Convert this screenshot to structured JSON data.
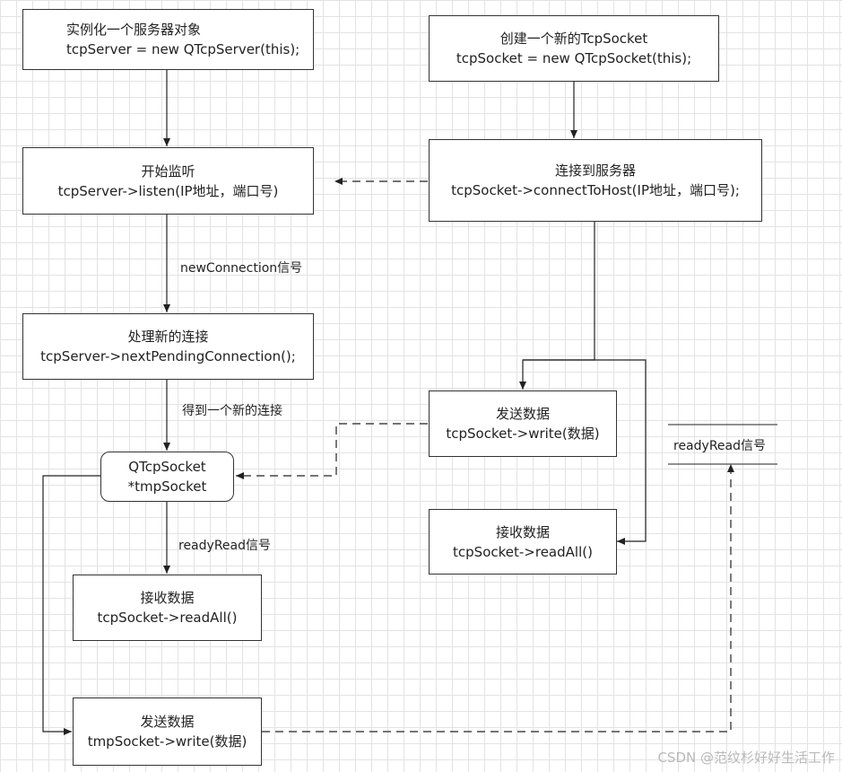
{
  "boxes": {
    "server_init": {
      "line1": "实例化一个服务器对象",
      "line2": "tcpServer = new QTcpServer(this);"
    },
    "socket_init": {
      "line1": "创建一个新的TcpSocket",
      "line2": "tcpSocket = new QTcpSocket(this);"
    },
    "server_listen": {
      "line1": "开始监听",
      "line2": "tcpServer->listen(IP地址，端口号)"
    },
    "socket_connect": {
      "line1": "连接到服务器",
      "line2": "tcpSocket->connectToHost(IP地址，端口号);"
    },
    "server_pending": {
      "line1": "处理新的连接",
      "line2": "tcpServer->nextPendingConnection();"
    },
    "tmp_socket": {
      "line1": "QTcpSocket",
      "line2": "*tmpSocket"
    },
    "client_send": {
      "line1": "发送数据",
      "line2": "tcpSocket->write(数据)"
    },
    "client_recv": {
      "line1": "接收数据",
      "line2": "tcpSocket->readAll()"
    },
    "server_recv": {
      "line1": "接收数据",
      "line2": "tcpSocket->readAll()"
    },
    "server_send": {
      "line1": "发送数据",
      "line2": "tmpSocket->write(数据)"
    }
  },
  "edge_labels": {
    "new_connection": "newConnection信号",
    "got_connection": "得到一个新的连接",
    "ready_read_left": "readyRead信号"
  },
  "annotation": {
    "ready_read_right": "readyRead信号"
  },
  "watermark": "CSDN @范纹杉好好生活工作"
}
